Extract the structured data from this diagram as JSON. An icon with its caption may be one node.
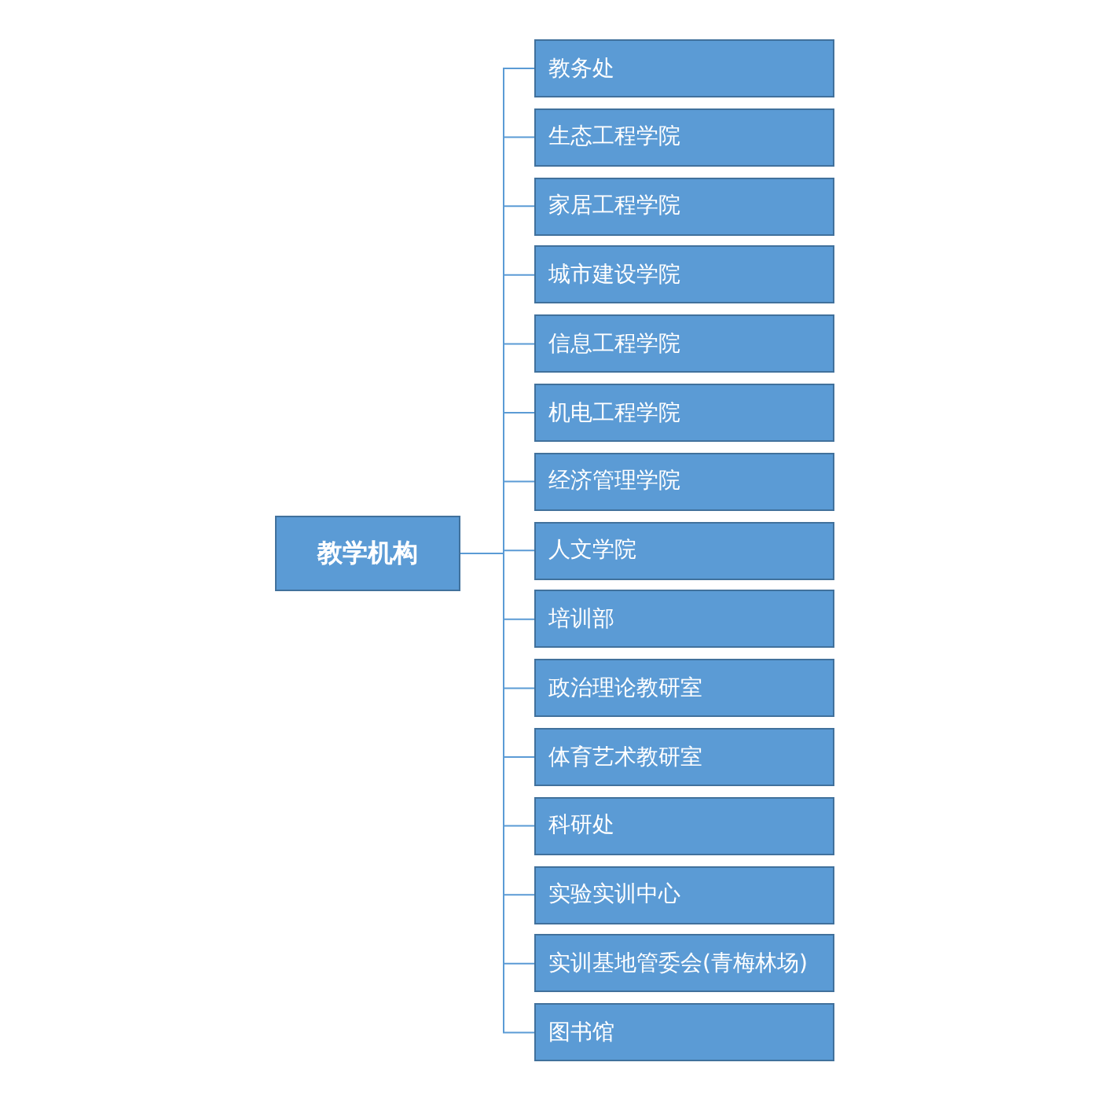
{
  "diagram": {
    "nodes": [
      {
        "text": [
          "教学机构"
        ]
      },
      {
        "text": [
          "教务处"
        ]
      },
      {
        "text": [
          "生态工程学院"
        ]
      },
      {
        "text": [
          "家居工程学院"
        ]
      },
      {
        "text": [
          "城市建设学院"
        ]
      },
      {
        "text": [
          "信息工程学院"
        ]
      },
      {
        "text": [
          "机电工程学院"
        ]
      },
      {
        "text": [
          "经济管理学院"
        ]
      },
      {
        "text": [
          "人文学院"
        ]
      },
      {
        "text": [
          "培训部"
        ]
      },
      {
        "text": [
          "政治理论教研室"
        ]
      },
      {
        "text": [
          "体育艺术教研室"
        ]
      },
      {
        "text": [
          "科研处"
        ]
      },
      {
        "text": [
          "实验实训中心"
        ]
      },
      {
        "text": [
          "实训基地管委会(青梅林场)"
        ]
      },
      {
        "text": [
          "图书馆"
        ]
      }
    ],
    "edges": [
      {
        "from": 0,
        "to": 1,
        "arrow": "none"
      },
      {
        "from": 0,
        "to": 2,
        "arrow": "none"
      },
      {
        "from": 0,
        "to": 3,
        "arrow": "none"
      },
      {
        "from": 0,
        "to": 4,
        "arrow": "none"
      },
      {
        "from": 0,
        "to": 5,
        "arrow": "none"
      },
      {
        "from": 0,
        "to": 6,
        "arrow": "none"
      },
      {
        "from": 0,
        "to": 7,
        "arrow": "none"
      },
      {
        "from": 0,
        "to": 8,
        "arrow": "none"
      },
      {
        "from": 0,
        "to": 9,
        "arrow": "none"
      },
      {
        "from": 0,
        "to": 10,
        "arrow": "none"
      },
      {
        "from": 0,
        "to": 11,
        "arrow": "none"
      },
      {
        "from": 0,
        "to": 12,
        "arrow": "none"
      },
      {
        "from": 0,
        "to": 13,
        "arrow": "none"
      },
      {
        "from": 0,
        "to": 14,
        "arrow": "none"
      },
      {
        "from": 0,
        "to": 15,
        "arrow": "none"
      }
    ]
  }
}
